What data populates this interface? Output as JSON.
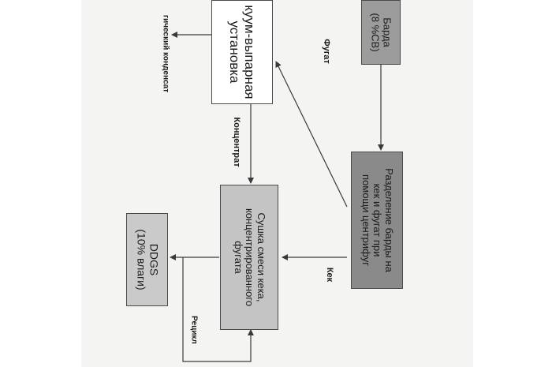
{
  "nodes": {
    "stillage": {
      "lines": [
        "Барда",
        "(8 %СВ)"
      ],
      "fill": "#9c9c9c"
    },
    "separation": {
      "lines": [
        "Разделение барды на",
        "кек и фугат при",
        "помощи центрифуг"
      ],
      "fill": "#8a8a8a"
    },
    "evaporator": {
      "lines": [
        "куум-выпарная",
        "установка"
      ],
      "fill": "#ffffff"
    },
    "dryer": {
      "lines": [
        "Сушка смеси кека,",
        "концентрированного",
        "фугата"
      ],
      "fill": "#c4c4c4"
    },
    "ddgs": {
      "lines": [
        "DDGS",
        "(10% влаги)"
      ],
      "fill": "#cacaca"
    }
  },
  "labels": {
    "fugat": "Фугат",
    "concentrate": "Концентрат",
    "kek": "Кек",
    "recycle": "Рецикл",
    "condensate": "гический конденсат"
  }
}
